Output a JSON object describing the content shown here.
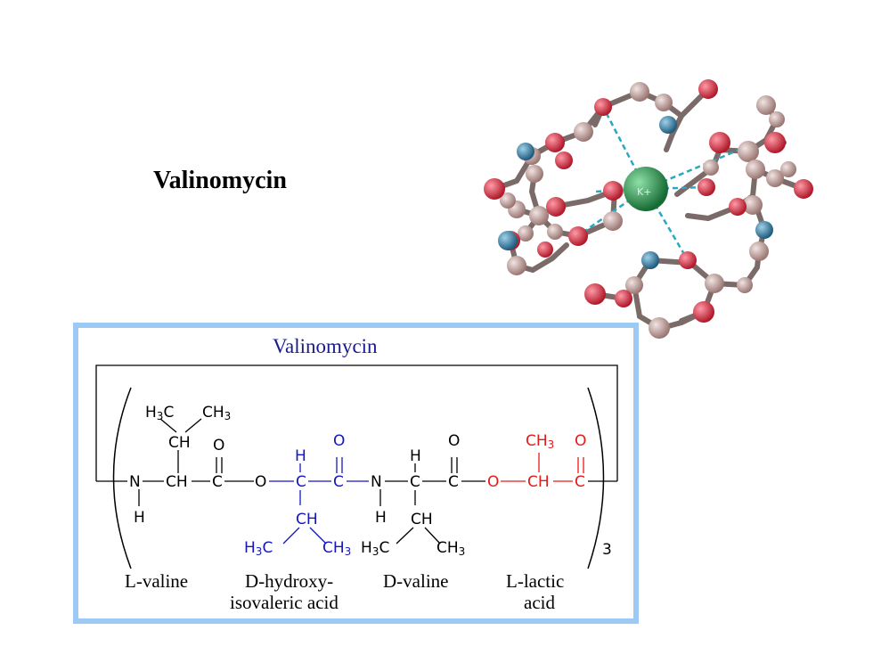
{
  "slide": {
    "title": "Valinomycin"
  },
  "molecule_3d": {
    "ion_label": "K+",
    "colors": {
      "carbon": "#c9a9a6",
      "oxygen": "#e23c4e",
      "nitrogen": "#3d86ad",
      "potassium": "#2f9a55",
      "coordination": "#2aa7c1"
    }
  },
  "structure": {
    "box_title": "Valinomycin",
    "repeat_subscript": "3",
    "colors": {
      "frame": "#9ccaf5",
      "black": "#000000",
      "blue": "#1616c0",
      "red": "#e41b1b"
    },
    "residue_labels": {
      "l_valine": "L-valine",
      "d_hydroxy_1": "D-hydroxy-",
      "d_hydroxy_2": "isovaleric acid",
      "d_valine": "D-valine",
      "l_lactic_1": "L-lactic",
      "l_lactic_2": "acid"
    },
    "atoms": {
      "n": "N",
      "h": "H",
      "ch": "CH",
      "c": "C",
      "o": "O",
      "ch3": "CH3",
      "h3c": "H3C",
      "sub3": "3"
    }
  }
}
